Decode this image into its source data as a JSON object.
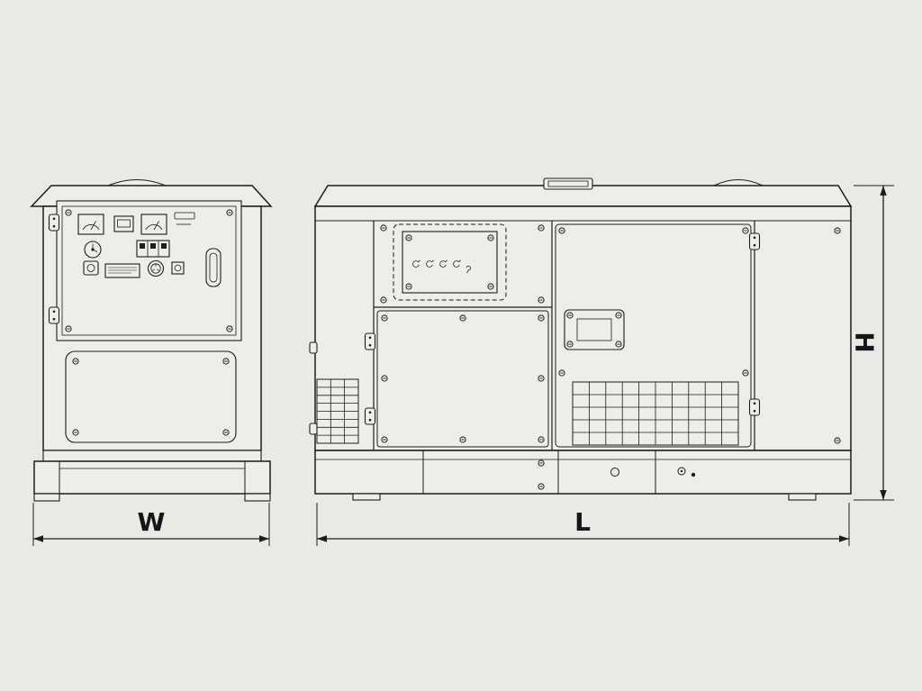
{
  "labels": {
    "width": "W",
    "length": "L",
    "height": "H"
  },
  "colors": {
    "background": "#e9eae4",
    "line": "#1a1d1f",
    "panel": "#edeee8"
  }
}
